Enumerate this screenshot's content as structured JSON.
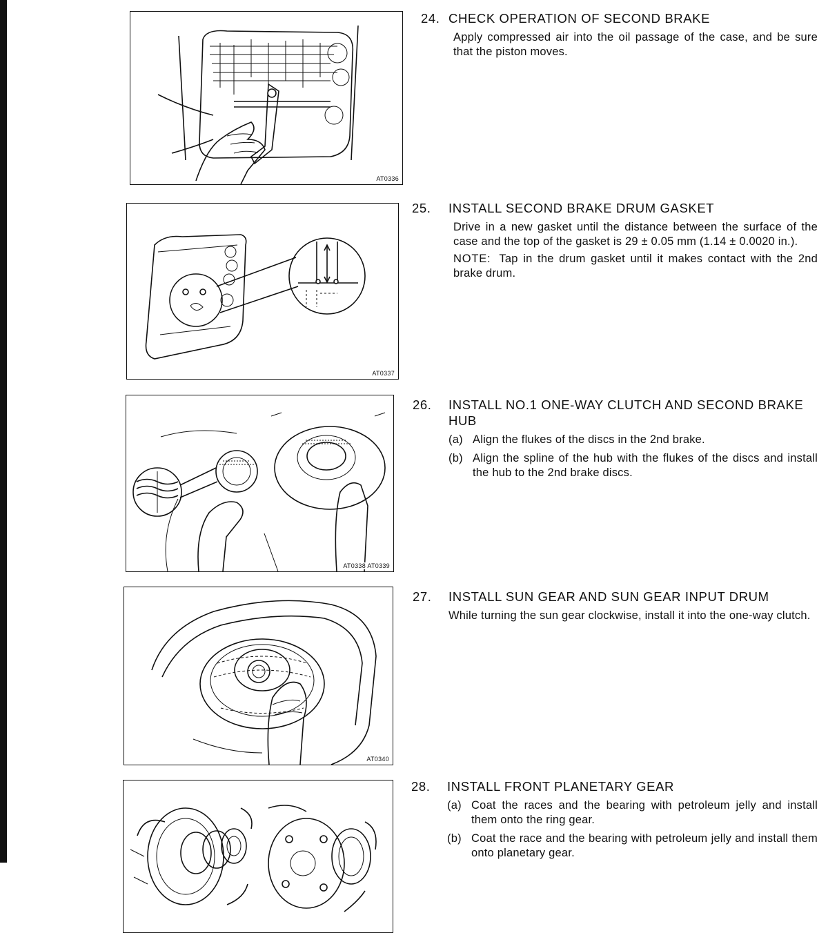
{
  "figures": [
    {
      "code": "AT0336"
    },
    {
      "code": "AT0337"
    },
    {
      "code": "AT0338 AT0339"
    },
    {
      "code": "AT0340"
    },
    {
      "code": ""
    }
  ],
  "steps": [
    {
      "number": "24.",
      "title": "CHECK OPERATION OF SECOND BRAKE",
      "body": "Apply compressed air into the oil passage of the case, and be sure that the piston moves."
    },
    {
      "number": "25.",
      "title": "INSTALL SECOND BRAKE DRUM GASKET",
      "body": "Drive in a new gasket until the distance between the surface of the case and the top of the gasket is 29 ± 0.05 mm (1.14 ± 0.0020 in.).",
      "note_label": "NOTE:",
      "note_text": "Tap in the drum gasket until it makes contact with the 2nd brake drum."
    },
    {
      "number": "26.",
      "title": "INSTALL NO.1 ONE-WAY CLUTCH AND SECOND BRAKE HUB",
      "items": [
        {
          "label": "(a)",
          "text": "Align the flukes of the discs in the 2nd brake."
        },
        {
          "label": "(b)",
          "text": "Align the spline of the hub with the flukes of the discs and install the hub to the 2nd brake discs."
        }
      ]
    },
    {
      "number": "27.",
      "title": "INSTALL SUN GEAR AND SUN GEAR INPUT DRUM",
      "body": "While turning the sun gear clockwise, install it into the one-way clutch."
    },
    {
      "number": "28.",
      "title": "INSTALL FRONT PLANETARY GEAR",
      "items": [
        {
          "label": "(a)",
          "text": "Coat the races and the bearing with petroleum jelly and install them onto the ring gear."
        },
        {
          "label": "(b)",
          "text": "Coat the race and the bearing with petroleum jelly and install them onto planetary gear."
        }
      ]
    }
  ]
}
